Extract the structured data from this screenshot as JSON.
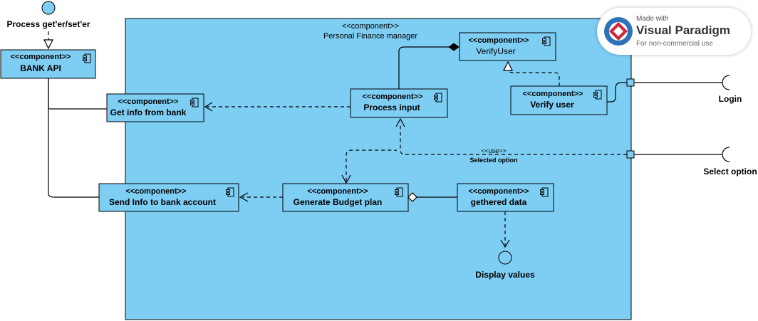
{
  "stereotype": "<<component>>",
  "container": {
    "title": "Personal Finance manager"
  },
  "components": {
    "bank_api": "BANK API",
    "get_info": "Get info from bank",
    "send_info": "Send Info to bank account",
    "verify_user_top": "VerifyUser",
    "process_input": "Process input",
    "verify_user": "Verify user",
    "generate_budget": "Generate Budget plan",
    "gethered_data": "gethered data"
  },
  "interfaces": {
    "process_getset": "Process get'er/set'er",
    "login": "Login",
    "select_option": "Select option",
    "display_values": "Display values"
  },
  "connector": {
    "stereotype": "<<use>>",
    "label": "Selected option"
  },
  "watermark": {
    "made_with": "Made with",
    "brand": "Visual Paradigm",
    "sub": "For non-commercial use"
  },
  "colors": {
    "component_fill": "#7ecef4",
    "stroke": "#000000"
  }
}
